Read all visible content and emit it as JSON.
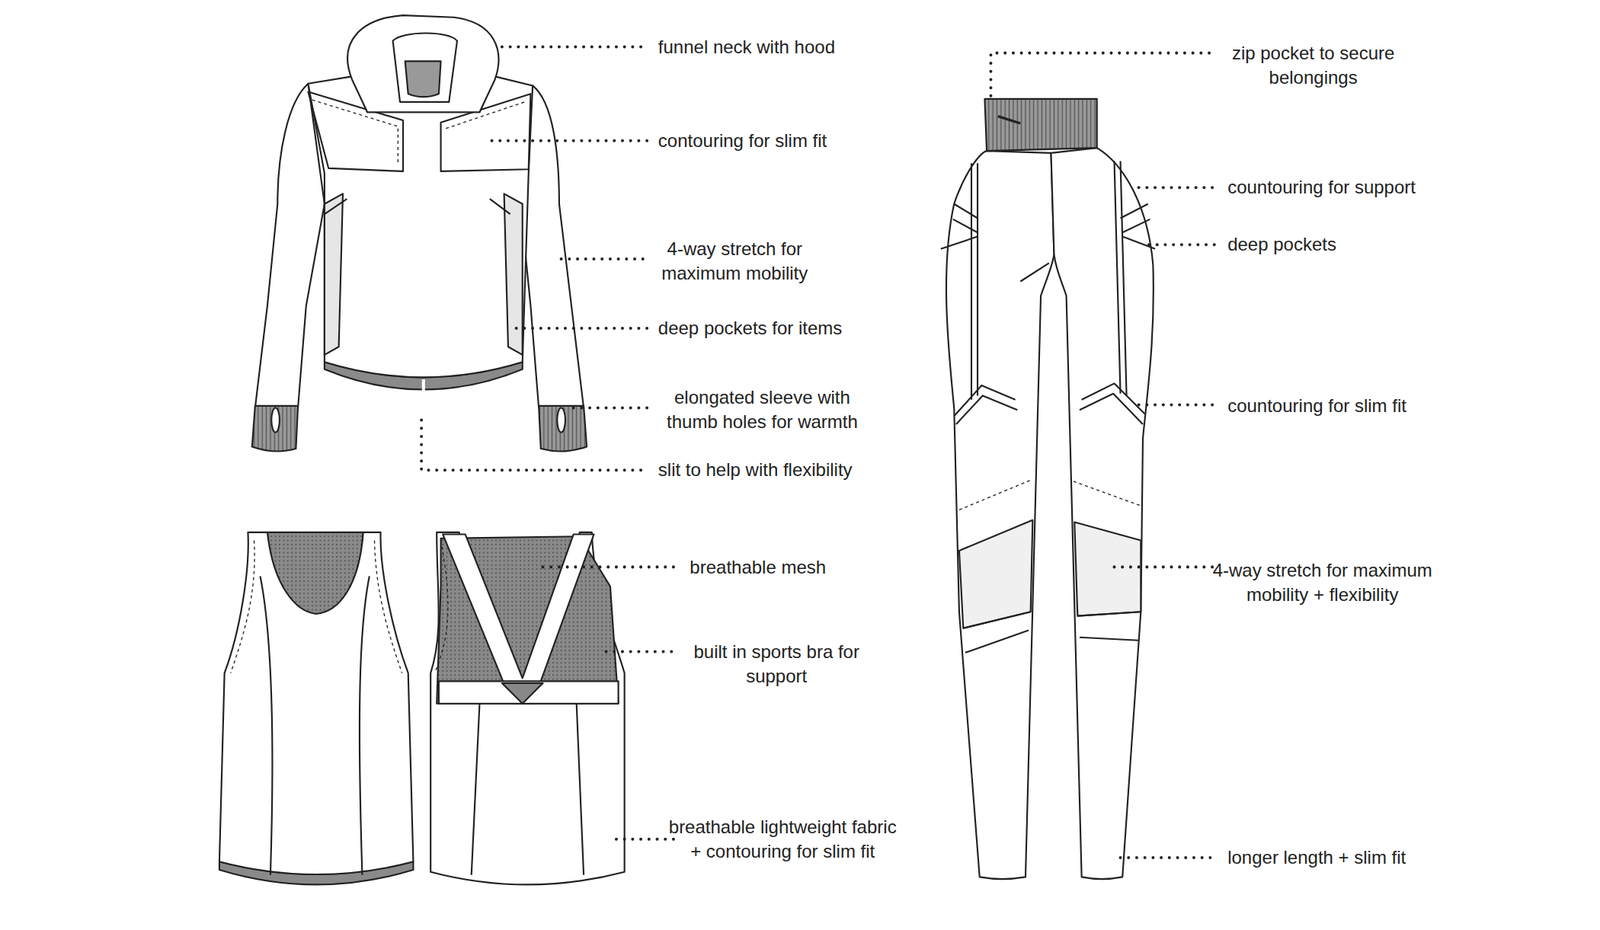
{
  "diagram": {
    "labels": [
      "funnel neck with hood",
      "contouring for slim fit",
      "4-way stretch for maximum mobility",
      "deep pockets for items",
      "elongated sleeve with thumb holes for warmth",
      "slit to help with flexibility",
      "breathable mesh",
      "built in sports bra for support",
      "breathable lightweight fabric + contouring for slim fit",
      "zip pocket to secure belongings",
      "countouring for support",
      "deep pockets",
      "countouring for slim fit",
      "4-way stretch for maximum mobility + flexibility",
      "longer length + slim fit"
    ]
  }
}
